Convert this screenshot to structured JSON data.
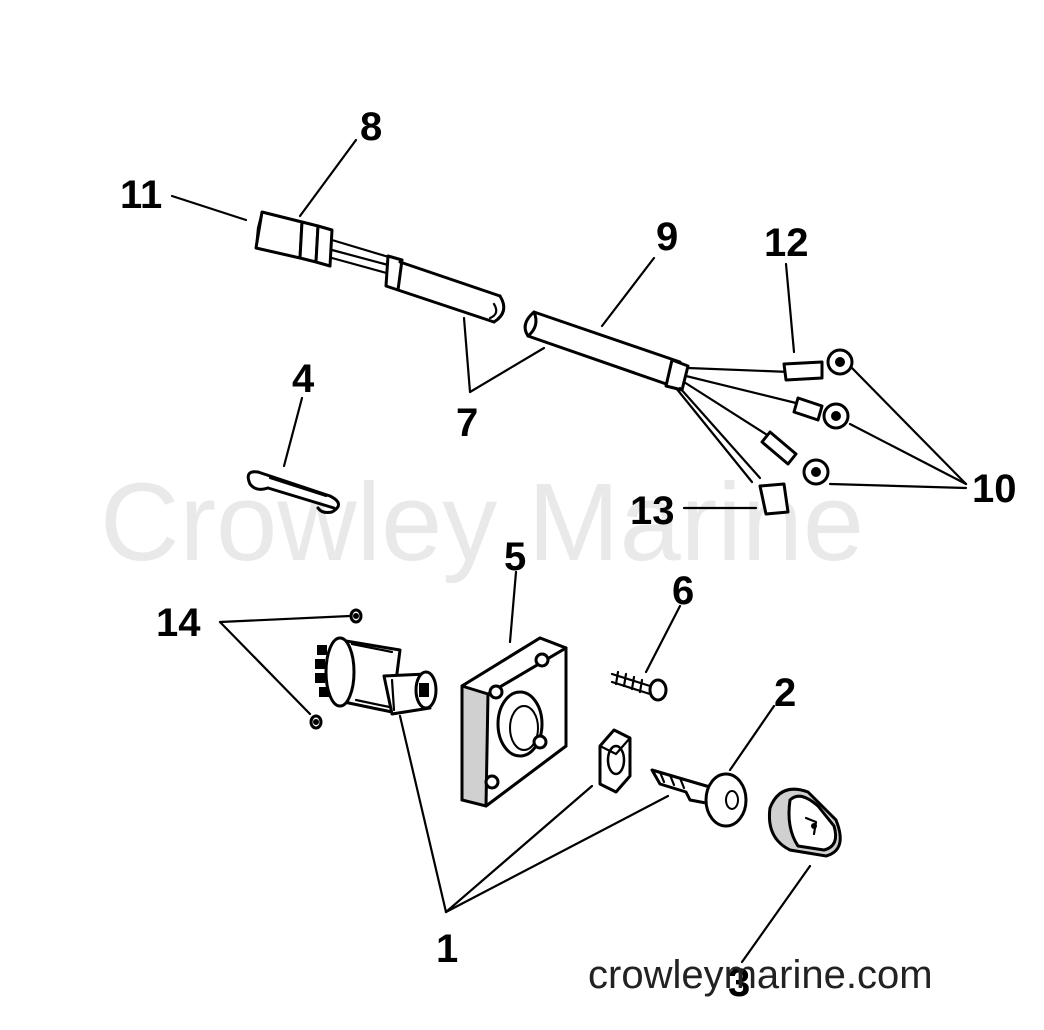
{
  "watermark": {
    "main": "Crowley Marine",
    "footer": "crowleymarine.com"
  },
  "callouts": {
    "c1": "1",
    "c2": "2",
    "c3": "3",
    "c4": "4",
    "c5": "5",
    "c6": "6",
    "c7": "7",
    "c8": "8",
    "c9": "9",
    "c10": "10",
    "c11": "11",
    "c12": "12",
    "c13": "13",
    "c14": "14"
  },
  "colors": {
    "ink": "#000000",
    "watermark": "#e9e9e9",
    "background": "#ffffff"
  }
}
